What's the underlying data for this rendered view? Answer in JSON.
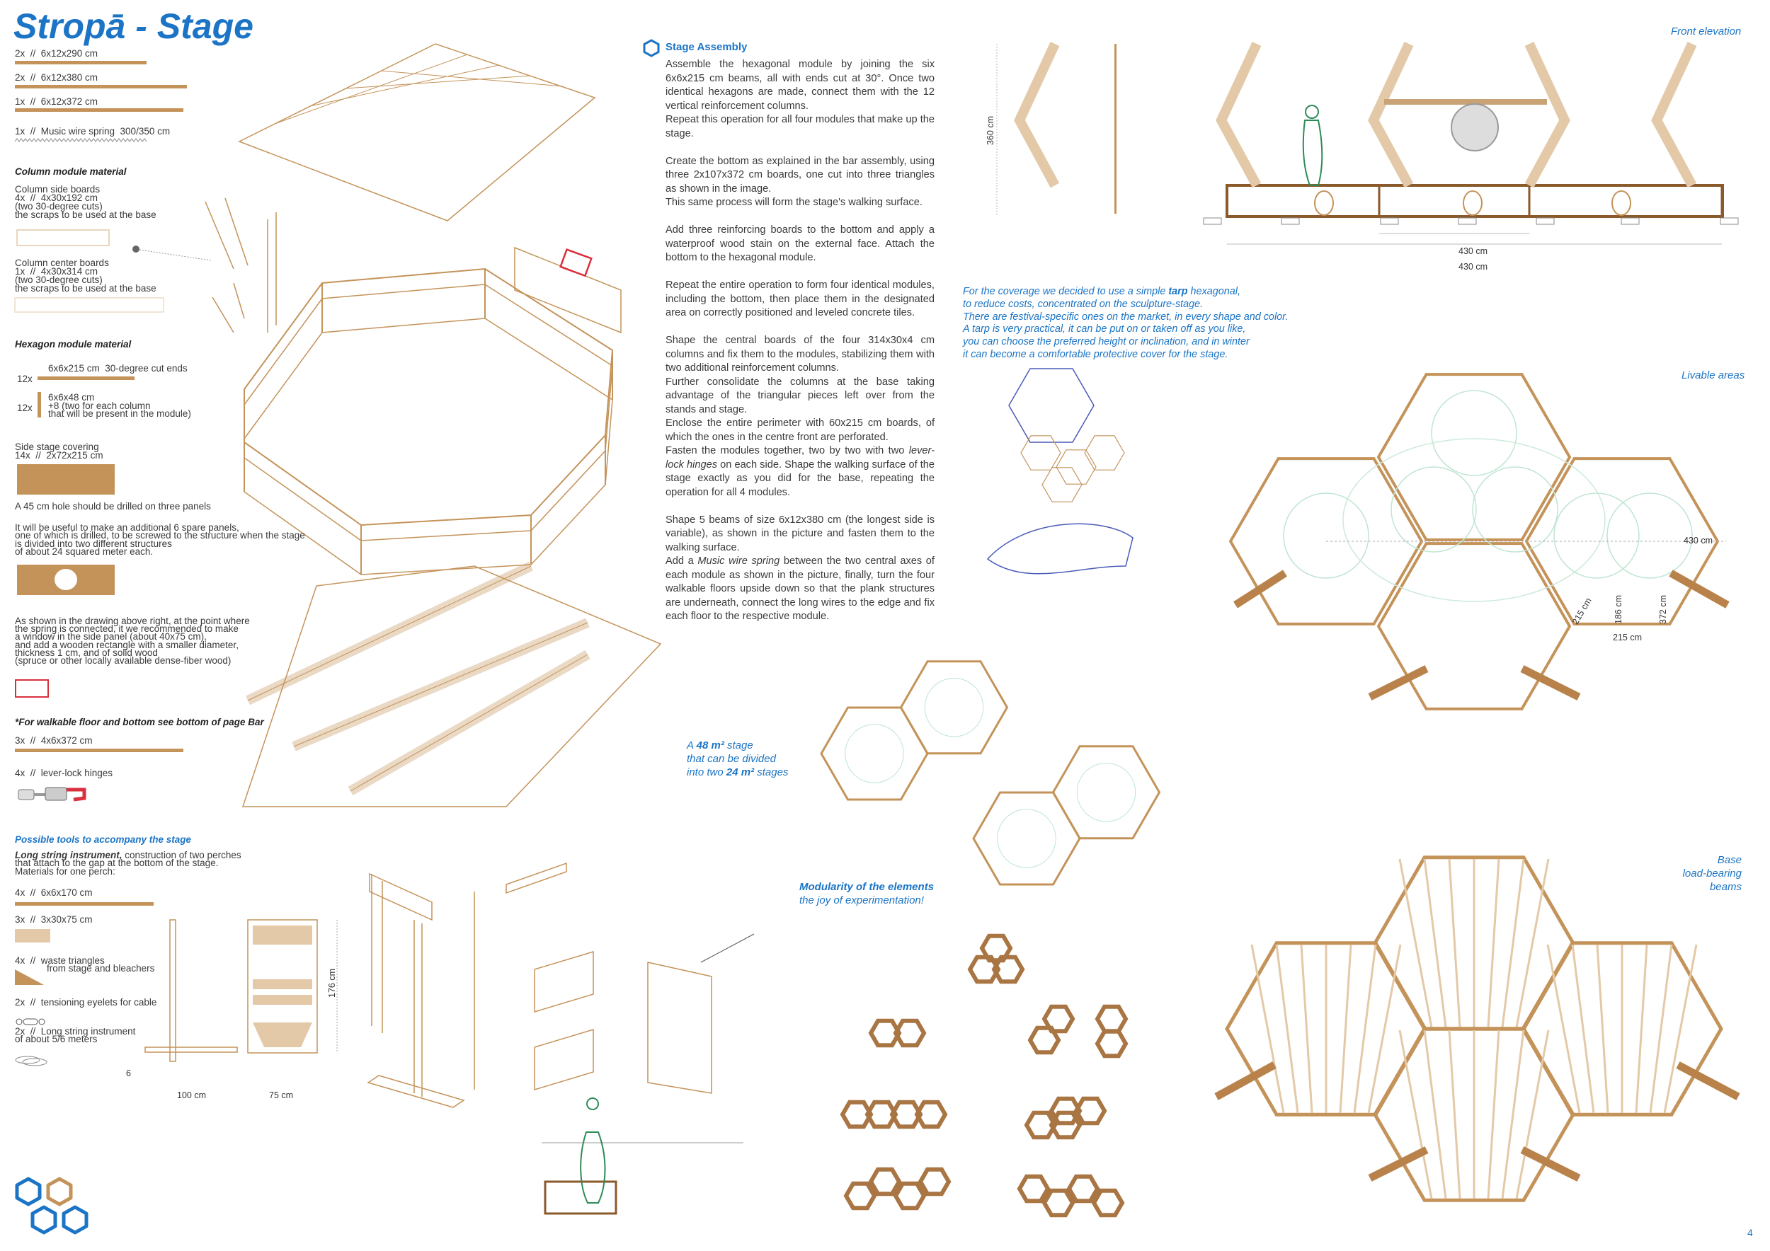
{
  "title": "Stropā - Stage",
  "materials": [
    {
      "label": "2x  //  6x12x290 cm"
    },
    {
      "label": "2x  //  6x12x380 cm"
    },
    {
      "label": "1x  //  6x12x372 cm"
    },
    {
      "label": "1x  //  Music wire spring  300/350 cm"
    }
  ],
  "column_module": {
    "heading": "Column module material",
    "side_boards": "Column side boards\n4x  //  4x30x192 cm\n(two 30-degree cuts)\nthe scraps to be used at the base",
    "center_boards": "Column center boards\n1x  //  4x30x314 cm\n(two 30-degree cuts)\nthe scraps to be used at the base"
  },
  "hexagon_module": {
    "heading": "Hexagon module material",
    "qty_beams": "12x",
    "beams": "6x6x215 cm  30-degree cut ends",
    "qty_posts": "12x",
    "posts": "6x6x48 cm\n+8 (two for each column\nthat will be present in the module)",
    "side_covering": "Side stage covering\n14x  //  2x72x215 cm",
    "hole_note": "A 45 cm hole should be drilled on three panels",
    "spare_note": "It will be useful to make an additional 6 spare panels,\none of which is drilled, to be screwed to the structure when the stage\nis divided into two different structures\nof about 24 squared meter each.",
    "window_note": "As shown in the drawing above right, at the point where\nthe spring is connected, it we recommended to make\na window in the side panel (about 40x75 cm),\nand add a wooden rectangle with a smaller diameter,\nthickness 1 cm, and of solid wood\n(spruce or other locally available dense-fiber wood)",
    "floor_note": "*For walkable floor and bottom see bottom of page Bar",
    "floor_beams": "3x  //  4x6x372 cm",
    "hinges": "4x  //  lever-lock hinges"
  },
  "tools": {
    "heading": "Possible tools to accompany the stage",
    "intro_bold": "Long string instrument,",
    "intro": " construction of two perches\nthat attach to the gap at the bottom of the stage.\nMaterials for one perch:",
    "items": [
      "4x  //  6x6x170 cm",
      "3x  //  3x30x75 cm",
      "4x  //  waste triangles\n            from stage and bleachers",
      "2x  //  tensioning eyelets for cable",
      "2x  //  Long string instrument\nof about 5/6 meters"
    ],
    "dims": {
      "base": "6",
      "depth": "100 cm",
      "width": "75 cm",
      "height": "176 cm"
    }
  },
  "assembly": {
    "heading": "Stage Assembly",
    "p1": "Assemble the hexagonal module by joining the six 6x6x215 cm beams, all with ends cut at 30°. Once two identical hexagons are made, connect them with the 12 vertical reinforcement columns.",
    "p1b": "Repeat this operation for all four modules that make up the stage.",
    "p2": "Create the bottom as explained in the bar assembly, using three 2x107x372 cm boards, one cut into three triangles as shown in the image.",
    "p2b": "This same process will form the stage's walking surface.",
    "p3": "Add three reinforcing boards to the bottom and apply a waterproof wood stain on the external face. Attach the bottom to the hexagonal module.",
    "p4": "Repeat the entire operation to form four identical modules, including the bottom, then place them in the designated area on correctly positioned and leveled concrete tiles.",
    "p5": "Shape the central boards of the four 314x30x4 cm columns and fix them to the modules, stabilizing them with two additional reinforcement columns.",
    "p5b": "Further consolidate the columns at the base taking advantage of the triangular pieces left over from the stands and stage.",
    "p5c": "Enclose the entire perimeter with 60x215 cm boards, of which the ones in the centre front are perforated.",
    "p5d_1": "Fasten the modules together, two by two with two ",
    "p5d_em": "lever-lock hinges",
    "p5d_2": " on each side. Shape the walking surface of the stage exactly as you did for the base, repeating the operation for all 4 modules.",
    "p6": "Shape 5 beams of size 6x12x380 cm (the longest side is variable), as shown in the picture and fasten them to the walking surface.",
    "p6b_1": "Add a ",
    "p6b_em": "Music wire spring",
    "p6b_2": " between the two central axes of each module as shown in the picture, finally, turn the four walkable floors upside down so that the plank structures are underneath, connect the long wires to the edge and fix each floor to the respective module."
  },
  "tarp": {
    "l1a": "For the coverage we decided to use a simple ",
    "l1b": "tarp",
    "l1c": " hexagonal,",
    "rest": "to reduce costs, concentrated on the sculpture-stage.\nThere are festival-specific ones on the market, in every shape and color.\nA tarp is very practical, it can be put on or taken off as you like,\nyou can choose the preferred height or inclination, and in winter\nit can become a comfortable protective cover for the stage."
  },
  "front_elevation": {
    "label": "Front elevation",
    "height_dim": "360 cm",
    "dim_inner": "430 cm",
    "dim_outer": "430 cm"
  },
  "livable": {
    "label": "Livable areas",
    "dims": [
      "430 cm",
      "215 cm",
      "186 cm",
      "372 cm",
      "215 cm"
    ]
  },
  "stage_split": {
    "a": "A ",
    "b": "48 m²",
    "c": " stage",
    "d": "that can be divided",
    "e": "into two ",
    "f": "24 m²",
    "g": " stages"
  },
  "modularity": {
    "heading": "Modularity of the elements",
    "sub": "the joy of experimentation!"
  },
  "base_beams": {
    "label": "Base\nload-bearing\nbeams"
  },
  "page_number": "4",
  "colors": {
    "accent": "#1b74c5",
    "wood": "#c4935a",
    "wood_light": "#e3c9a7",
    "figure": "#2e8b57",
    "window": "#d9303e"
  }
}
